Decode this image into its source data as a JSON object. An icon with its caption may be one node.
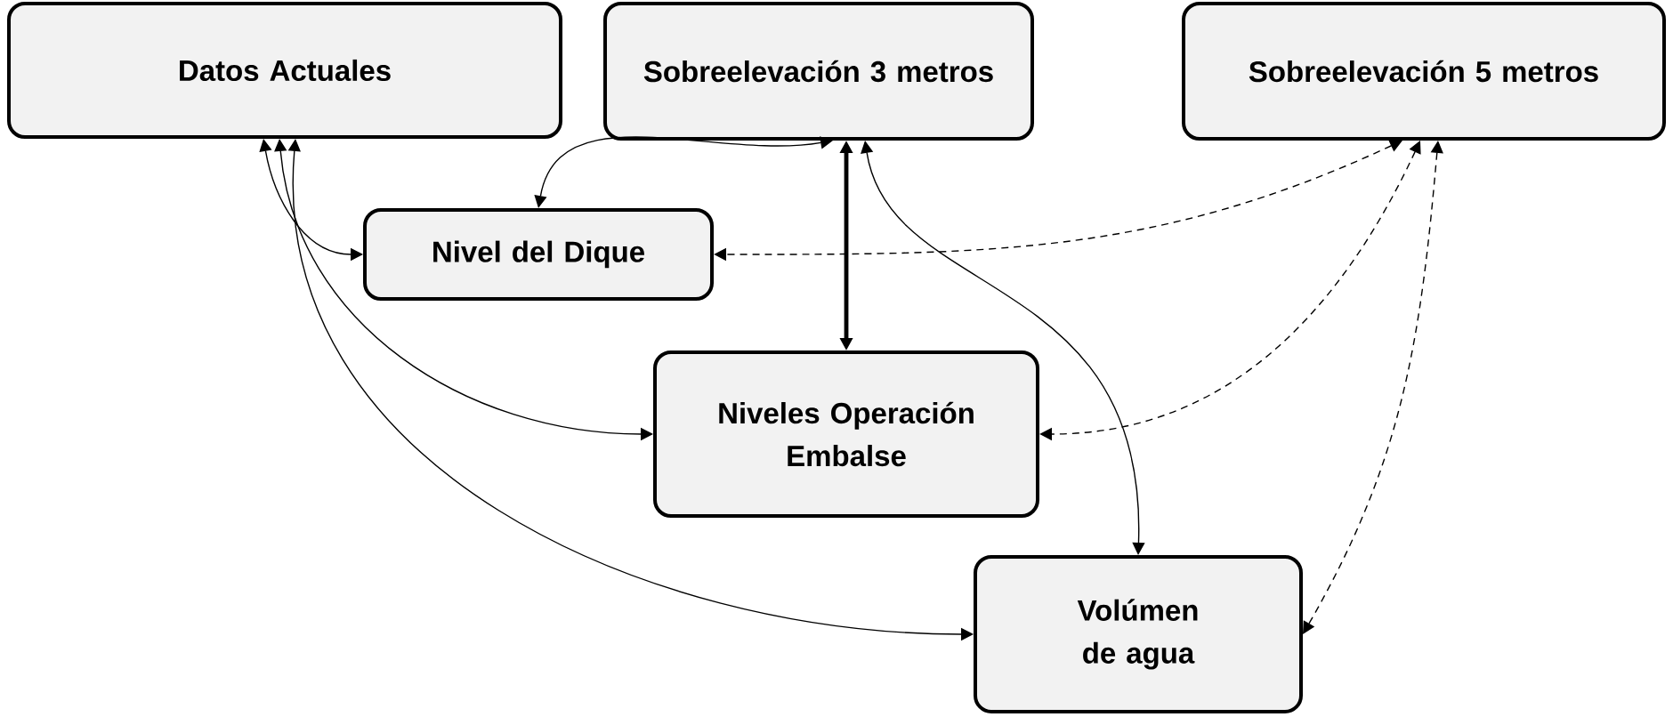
{
  "diagram": {
    "nodes": [
      {
        "text": [
          "Datos Actuales"
        ]
      },
      {
        "text": [
          "Sobreelevación 3 metros"
        ]
      },
      {
        "text": [
          "Sobreelevación 5 metros"
        ]
      },
      {
        "text": [
          "Nivel del Dique"
        ]
      },
      {
        "text": [
          "Niveles Operación Embalse"
        ]
      },
      {
        "text": [
          "Volúmen de agua"
        ]
      }
    ],
    "edges": [
      {
        "from": 0,
        "to": 3,
        "arrow": "both"
      },
      {
        "from": 0,
        "to": 4,
        "arrow": "both"
      },
      {
        "from": 0,
        "to": 5,
        "arrow": "both"
      },
      {
        "from": 1,
        "to": 3,
        "arrow": "both"
      },
      {
        "from": 1,
        "to": 4,
        "arrow": "both",
        "style": "thick"
      },
      {
        "from": 1,
        "to": 5,
        "arrow": "both"
      },
      {
        "from": 2,
        "to": 3,
        "arrow": "both",
        "style": "dashed"
      },
      {
        "from": 2,
        "to": 4,
        "arrow": "both",
        "style": "dashed"
      },
      {
        "from": 2,
        "to": 5,
        "arrow": "both",
        "style": "dashed"
      }
    ]
  }
}
